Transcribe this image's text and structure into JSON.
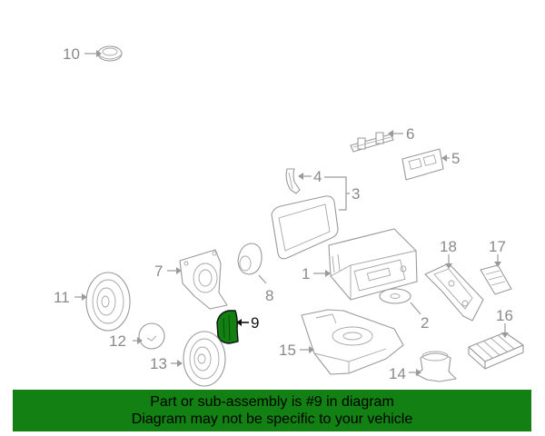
{
  "diagram": {
    "callouts": [
      {
        "id": "1",
        "label": "1"
      },
      {
        "id": "2",
        "label": "2"
      },
      {
        "id": "3",
        "label": "3"
      },
      {
        "id": "4",
        "label": "4"
      },
      {
        "id": "5",
        "label": "5"
      },
      {
        "id": "6",
        "label": "6"
      },
      {
        "id": "7",
        "label": "7"
      },
      {
        "id": "8",
        "label": "8"
      },
      {
        "id": "9",
        "label": "9",
        "highlighted": true
      },
      {
        "id": "10",
        "label": "10"
      },
      {
        "id": "11",
        "label": "11"
      },
      {
        "id": "12",
        "label": "12"
      },
      {
        "id": "13",
        "label": "13"
      },
      {
        "id": "14",
        "label": "14"
      },
      {
        "id": "15",
        "label": "15"
      },
      {
        "id": "16",
        "label": "16"
      },
      {
        "id": "17",
        "label": "17"
      },
      {
        "id": "18",
        "label": "18"
      }
    ],
    "highlight_color": "#128012"
  },
  "banner": {
    "line1": "Part or sub-assembly is #9 in diagram",
    "line2": "Diagram may not be specific to your vehicle",
    "background": "#128012"
  }
}
